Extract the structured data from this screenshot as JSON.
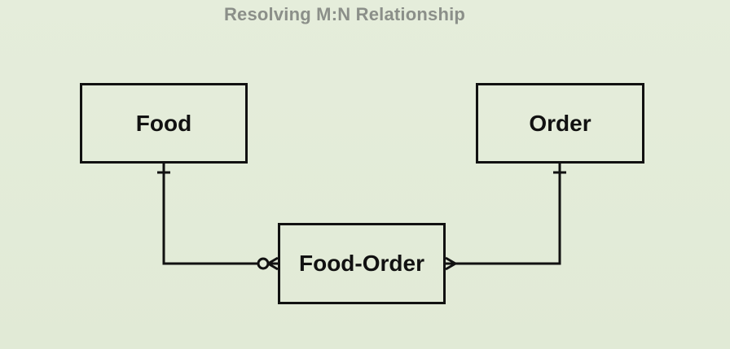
{
  "diagram": {
    "title": "Resolving M:N Relationship",
    "entities": {
      "food": {
        "label": "Food"
      },
      "order": {
        "label": "Order"
      },
      "food_order": {
        "label": "Food-Order"
      }
    },
    "relationships": [
      {
        "from": "Food",
        "to": "Food-Order",
        "from_cardinality": "one",
        "to_cardinality": "zero-or-many"
      },
      {
        "from": "Order",
        "to": "Food-Order",
        "from_cardinality": "one",
        "to_cardinality": "many"
      }
    ],
    "colors": {
      "background": "#e3ecd9",
      "line": "#111111",
      "title": "#8b8f89"
    }
  }
}
